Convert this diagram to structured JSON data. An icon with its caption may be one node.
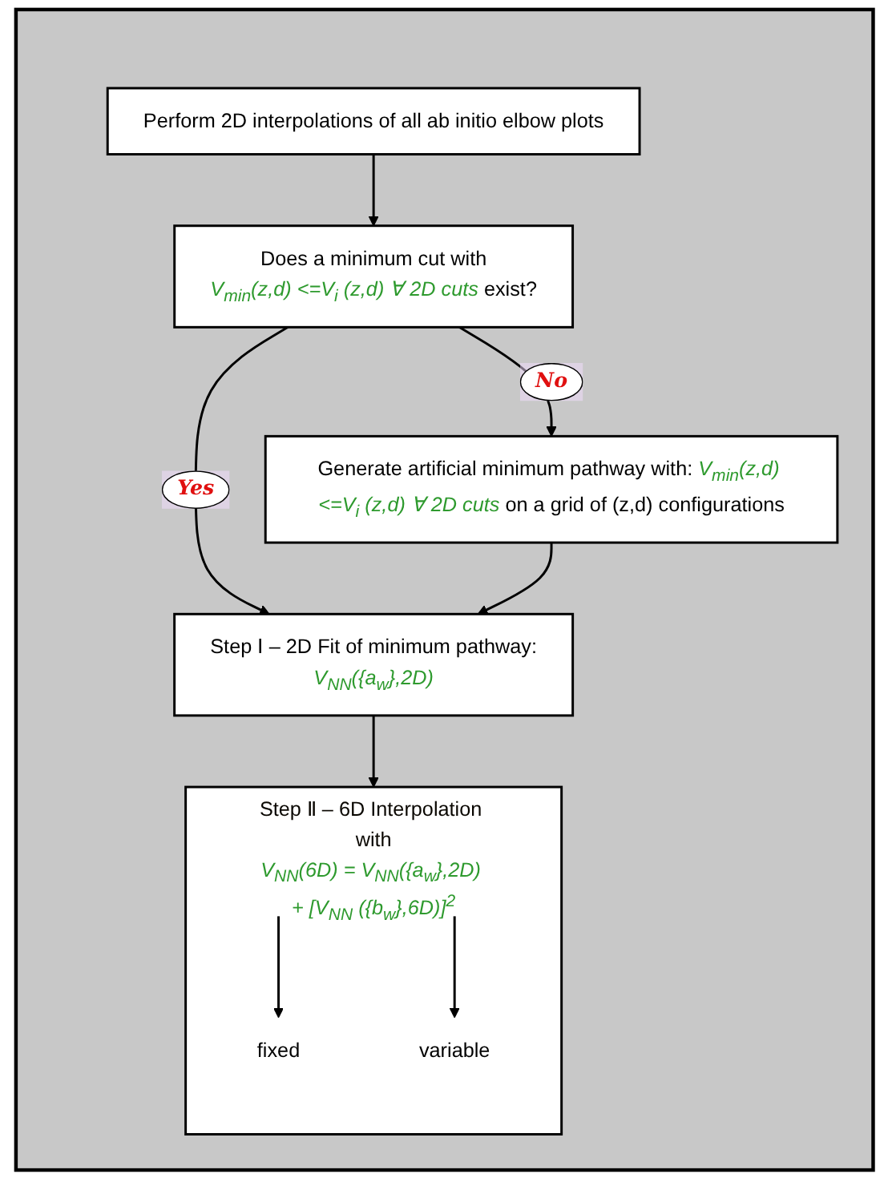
{
  "diagram": {
    "nodes": [
      {
        "text": [],
        "shape": "box"
      },
      {
        "text": [
          "Perform 2D interpolations of all ab initio elbow plots"
        ],
        "in": 0
      },
      {
        "text": [
          "Does a minimum cut with",
          "*V$_{min}$(z,d) <=V$_{i}$ (z,d) ∀ 2D cuts* exist?"
        ],
        "in": 0
      },
      {
        "text": [
          "Generate artificial minimum pathway with: *V$_{min}$(z,d) <=V$_{i}$ (z,d) ∀ 2D cuts* on a grid of (z,d) configurations"
        ],
        "in": 0
      },
      {
        "text": [
          "Step Ⅰ – 2D Fit of minimum pathway:",
          "*V$_{NN}$({a$_{w}$},2D)*"
        ],
        "in": 0
      },
      {
        "text": [
          "Step Ⅱ – 6D Interpolation with",
          "*V$_{NN}$(6D) = V$_{NN}$({a$_{w}$},2D) + [V$_{NN}$ ({b$_{w}$},6D)]$^{2}$*"
        ],
        "in": 0
      },
      {
        "text": [
          "fixed"
        ],
        "in": 5
      },
      {
        "text": [
          "variable"
        ],
        "in": 5
      }
    ],
    "edges": [
      {
        "from": 1,
        "to": 2,
        "arrow": "to"
      },
      {
        "from": 2,
        "to": 4,
        "arrow": "to",
        "label": "Yes"
      },
      {
        "from": 2,
        "to": 3,
        "arrow": "to",
        "label": "No"
      },
      {
        "from": 3,
        "to": 4,
        "arrow": "to"
      },
      {
        "from": 4,
        "to": 5,
        "arrow": "to"
      },
      {
        "from": null,
        "to": 6,
        "arrow": "to"
      },
      {
        "from": null,
        "to": 7,
        "arrow": "to"
      }
    ]
  }
}
